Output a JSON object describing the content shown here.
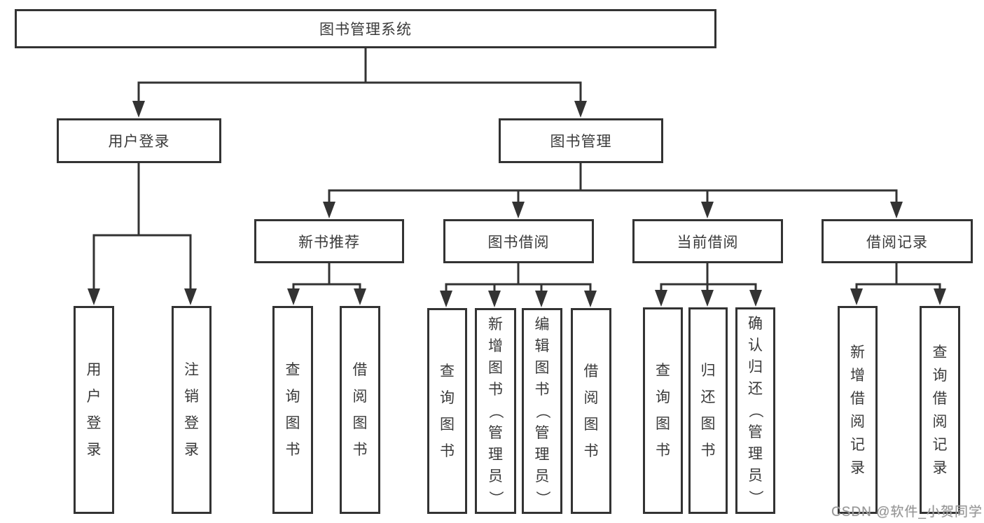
{
  "diagram": {
    "title": "图书管理系统",
    "nodes": {
      "root": {
        "label": "图书管理系统"
      },
      "user_login": {
        "label": "用户登录"
      },
      "book_mgmt": {
        "label": "图书管理"
      },
      "leaf_user_login": {
        "label": "用户登录"
      },
      "leaf_logout": {
        "label": "注销登录"
      },
      "new_book_rec": {
        "label": "新书推荐"
      },
      "book_borrow": {
        "label": "图书借阅"
      },
      "current_borrow": {
        "label": "当前借阅"
      },
      "borrow_record": {
        "label": "借阅记录"
      },
      "nb_query": {
        "label": "查询图书"
      },
      "nb_borrow": {
        "label": "借阅图书"
      },
      "bb_query": {
        "label": "查询图书"
      },
      "bb_add": {
        "label": "新增图书（管理员）"
      },
      "bb_edit": {
        "label": "编辑图书（管理员）"
      },
      "bb_borrow": {
        "label": "借阅图书"
      },
      "cb_query": {
        "label": "查询图书"
      },
      "cb_return": {
        "label": "归还图书"
      },
      "cb_confirm": {
        "label": "确认归还（管理员）"
      },
      "br_add": {
        "label": "新增借阅记录"
      },
      "br_query": {
        "label": "查询借阅记录"
      }
    },
    "edges": [
      [
        "root",
        "user_login"
      ],
      [
        "root",
        "book_mgmt"
      ],
      [
        "user_login",
        "leaf_user_login"
      ],
      [
        "user_login",
        "leaf_logout"
      ],
      [
        "book_mgmt",
        "new_book_rec"
      ],
      [
        "book_mgmt",
        "book_borrow"
      ],
      [
        "book_mgmt",
        "current_borrow"
      ],
      [
        "book_mgmt",
        "borrow_record"
      ],
      [
        "new_book_rec",
        "nb_query"
      ],
      [
        "new_book_rec",
        "nb_borrow"
      ],
      [
        "book_borrow",
        "bb_query"
      ],
      [
        "book_borrow",
        "bb_add"
      ],
      [
        "book_borrow",
        "bb_edit"
      ],
      [
        "book_borrow",
        "bb_borrow"
      ],
      [
        "current_borrow",
        "cb_query"
      ],
      [
        "current_borrow",
        "cb_return"
      ],
      [
        "current_borrow",
        "cb_confirm"
      ],
      [
        "borrow_record",
        "br_add"
      ],
      [
        "borrow_record",
        "br_query"
      ]
    ],
    "watermark": "CSDN @软件_小贺同学",
    "colors": {
      "line": "#333333",
      "border": "#333333",
      "text": "#3a3a3a",
      "watermark": "#969696",
      "background": "#ffffff"
    }
  }
}
